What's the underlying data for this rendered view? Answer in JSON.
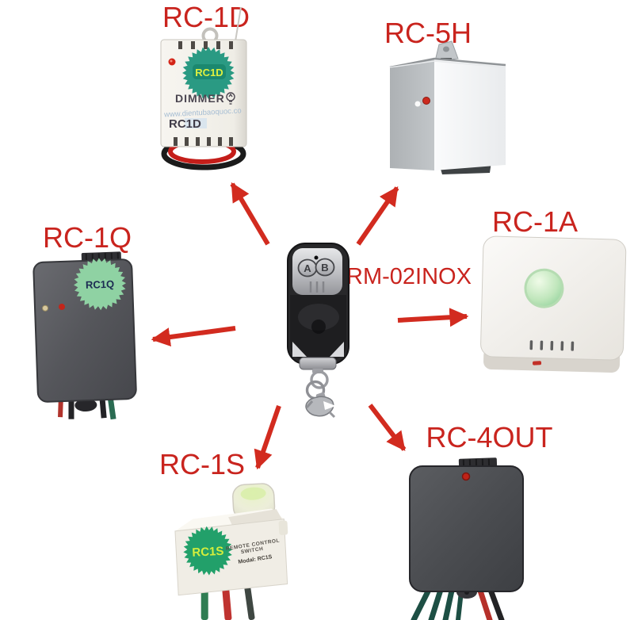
{
  "remote": {
    "label": "RM-02INOX",
    "buttons": {
      "a": "A",
      "b": "B"
    }
  },
  "receivers": {
    "rc1d": {
      "label": "RC-1D",
      "badge": "RC1D",
      "function_text": "DIMMER",
      "watermark": "www.dientubaoquoc.co",
      "model_text": "RC1D"
    },
    "rc5h": {
      "label": "RC-5H"
    },
    "rc1a": {
      "label": "RC-1A"
    },
    "rc1q": {
      "label": "RC-1Q",
      "badge": "RC1Q"
    },
    "rc1s": {
      "label": "RC-1S",
      "badge": "RC1S",
      "print_line1": "REMOTE CONTROL",
      "print_line2": "SWITCH",
      "model_text": "Modal: RC1S"
    },
    "rc4out": {
      "label": "RC-4OUT"
    }
  },
  "colors": {
    "label_red": "#c9241e",
    "arrow_red": "#d22b1f",
    "badge_teal": "#2a9a83",
    "badge_light_green": "#8fd2a3",
    "badge_green": "#22a06a",
    "badge_text_yellow": "#dff03f"
  }
}
